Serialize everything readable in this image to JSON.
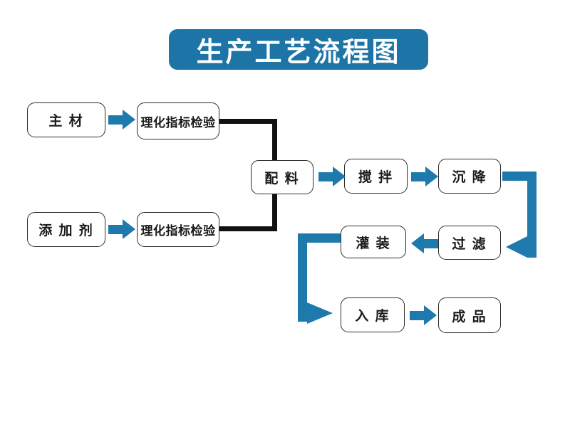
{
  "title": "生产工艺流程图",
  "colors": {
    "page": "#ffffff",
    "banner": "#1d74a6",
    "arrow": "#1e7aad",
    "line": "#111111",
    "border": "#2d2d2d",
    "box": "#ffffff",
    "title_text": "#ffffff",
    "label": "#1a1a1a"
  },
  "nodes": [
    {
      "id": "main-material",
      "label": "主 材"
    },
    {
      "id": "inspection-1",
      "label": "理化指标检验"
    },
    {
      "id": "additive",
      "label": "添 加 剂"
    },
    {
      "id": "inspection-2",
      "label": "理化指标检验"
    },
    {
      "id": "mixing",
      "label": "配 料"
    },
    {
      "id": "stirring",
      "label": "搅 拌"
    },
    {
      "id": "sedimentation",
      "label": "沉 降"
    },
    {
      "id": "filtration",
      "label": "过 滤"
    },
    {
      "id": "filling",
      "label": "灌 装"
    },
    {
      "id": "warehousing",
      "label": "入 库"
    },
    {
      "id": "finished-product",
      "label": "成 品"
    }
  ],
  "edges": [
    {
      "from": "main-material",
      "to": "inspection-1",
      "style": "blue-arrow"
    },
    {
      "from": "inspection-1",
      "to": "mixing",
      "style": "black-elbow-line"
    },
    {
      "from": "additive",
      "to": "inspection-2",
      "style": "blue-arrow"
    },
    {
      "from": "inspection-2",
      "to": "mixing",
      "style": "black-elbow-line"
    },
    {
      "from": "mixing",
      "to": "stirring",
      "style": "blue-arrow"
    },
    {
      "from": "stirring",
      "to": "sedimentation",
      "style": "blue-arrow"
    },
    {
      "from": "sedimentation",
      "to": "filtration",
      "style": "blue-elbow-arrow"
    },
    {
      "from": "filtration",
      "to": "filling",
      "style": "blue-arrow"
    },
    {
      "from": "filling",
      "to": "warehousing",
      "style": "blue-elbow-arrow"
    },
    {
      "from": "warehousing",
      "to": "finished-product",
      "style": "blue-arrow"
    }
  ]
}
